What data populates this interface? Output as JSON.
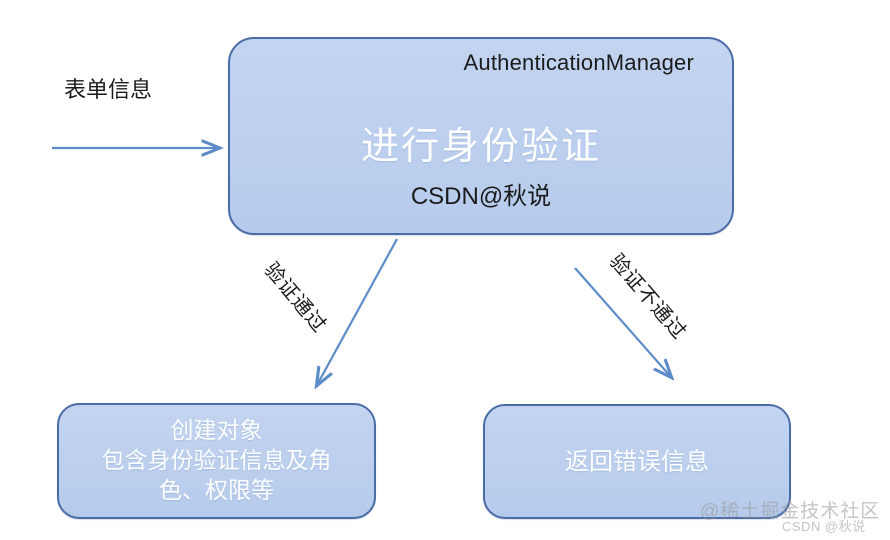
{
  "diagram": {
    "title": "AuthenticationManager authentication flow",
    "colors": {
      "node_fill": "#bccfee",
      "node_border": "#4a6da7",
      "arrow": "#5b8cc8",
      "node_text": "#ffffff",
      "label_text": "#1b1b1b",
      "background": "#ffffff"
    },
    "nodes": [
      {
        "id": "authentication-manager",
        "title": "AuthenticationManager",
        "main_text": "进行身份验证",
        "sub_text": "CSDN@秋说"
      },
      {
        "id": "create-object",
        "text": "创建对象\n包含身份验证信息及角\n色、权限等"
      },
      {
        "id": "return-error",
        "text": "返回错误信息"
      }
    ],
    "edges": [
      {
        "id": "form-input",
        "label": "表单信息"
      },
      {
        "id": "auth-pass",
        "label": "验证通过"
      },
      {
        "id": "auth-fail",
        "label": "验证不通过"
      }
    ],
    "watermarks": {
      "juejin": "@稀土掘金技术社区",
      "csdn": "CSDN @秋说"
    }
  }
}
